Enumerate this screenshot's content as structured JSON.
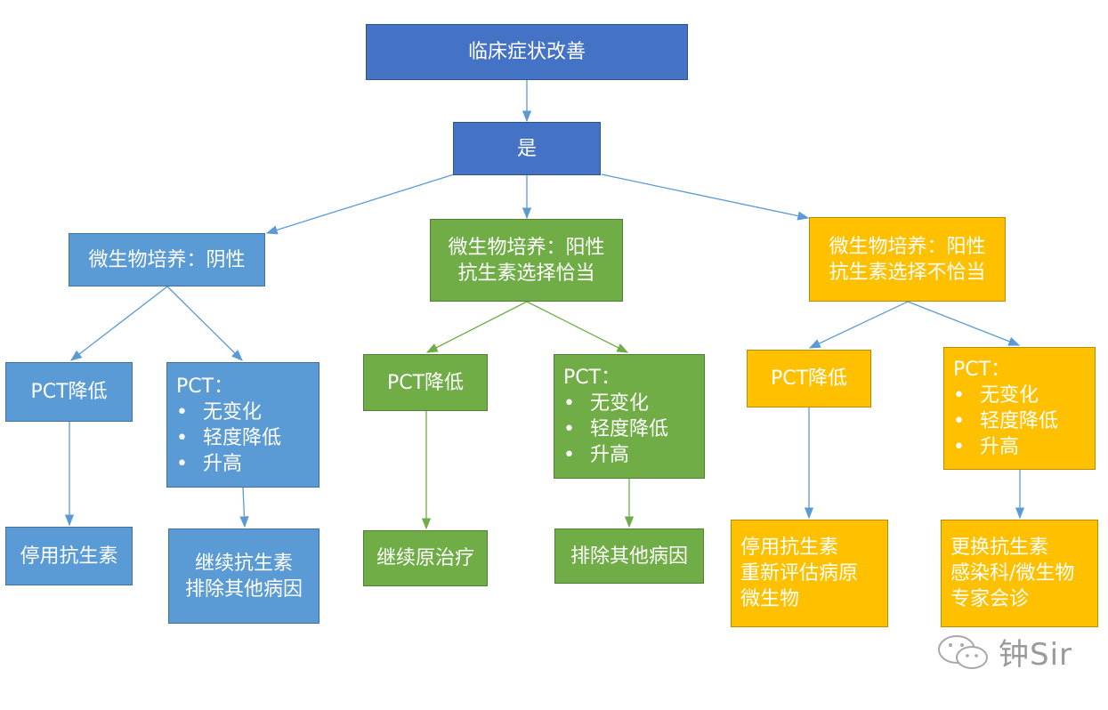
{
  "root": "临床症状改善",
  "yes": "是",
  "branch_negative": {
    "title": "微生物培养：阴性",
    "left": {
      "condition": "PCT降低",
      "action": "停用抗生素"
    },
    "right": {
      "condition_label": "PCT：",
      "conditions": [
        "无变化",
        "轻度降低",
        "升高"
      ],
      "action_lines": [
        "继续抗生素",
        "排除其他病因"
      ]
    }
  },
  "branch_positive_ok": {
    "title_lines": [
      "微生物培养：阳性",
      "抗生素选择恰当"
    ],
    "left": {
      "condition": "PCT降低",
      "action": "继续原治疗"
    },
    "right": {
      "condition_label": "PCT：",
      "conditions": [
        "无变化",
        "轻度降低",
        "升高"
      ],
      "action": "排除其他病因"
    }
  },
  "branch_positive_bad": {
    "title_lines": [
      "微生物培养：阳性",
      "抗生素选择不恰当"
    ],
    "left": {
      "condition": "PCT降低",
      "action_lines": [
        "停用抗生素",
        "重新评估病原",
        "微生物"
      ]
    },
    "right": {
      "condition_label": "PCT：",
      "conditions": [
        "无变化",
        "轻度降低",
        "升高"
      ],
      "action_lines": [
        "更换抗生素",
        "感染科/微生物",
        "专家会诊"
      ]
    }
  },
  "watermark": "钟Sir",
  "colors": {
    "dark_blue": "#4472c4",
    "blue": "#5b9bd5",
    "green": "#70ad47",
    "gold": "#ffc000",
    "connector": "#5b9bd5"
  }
}
